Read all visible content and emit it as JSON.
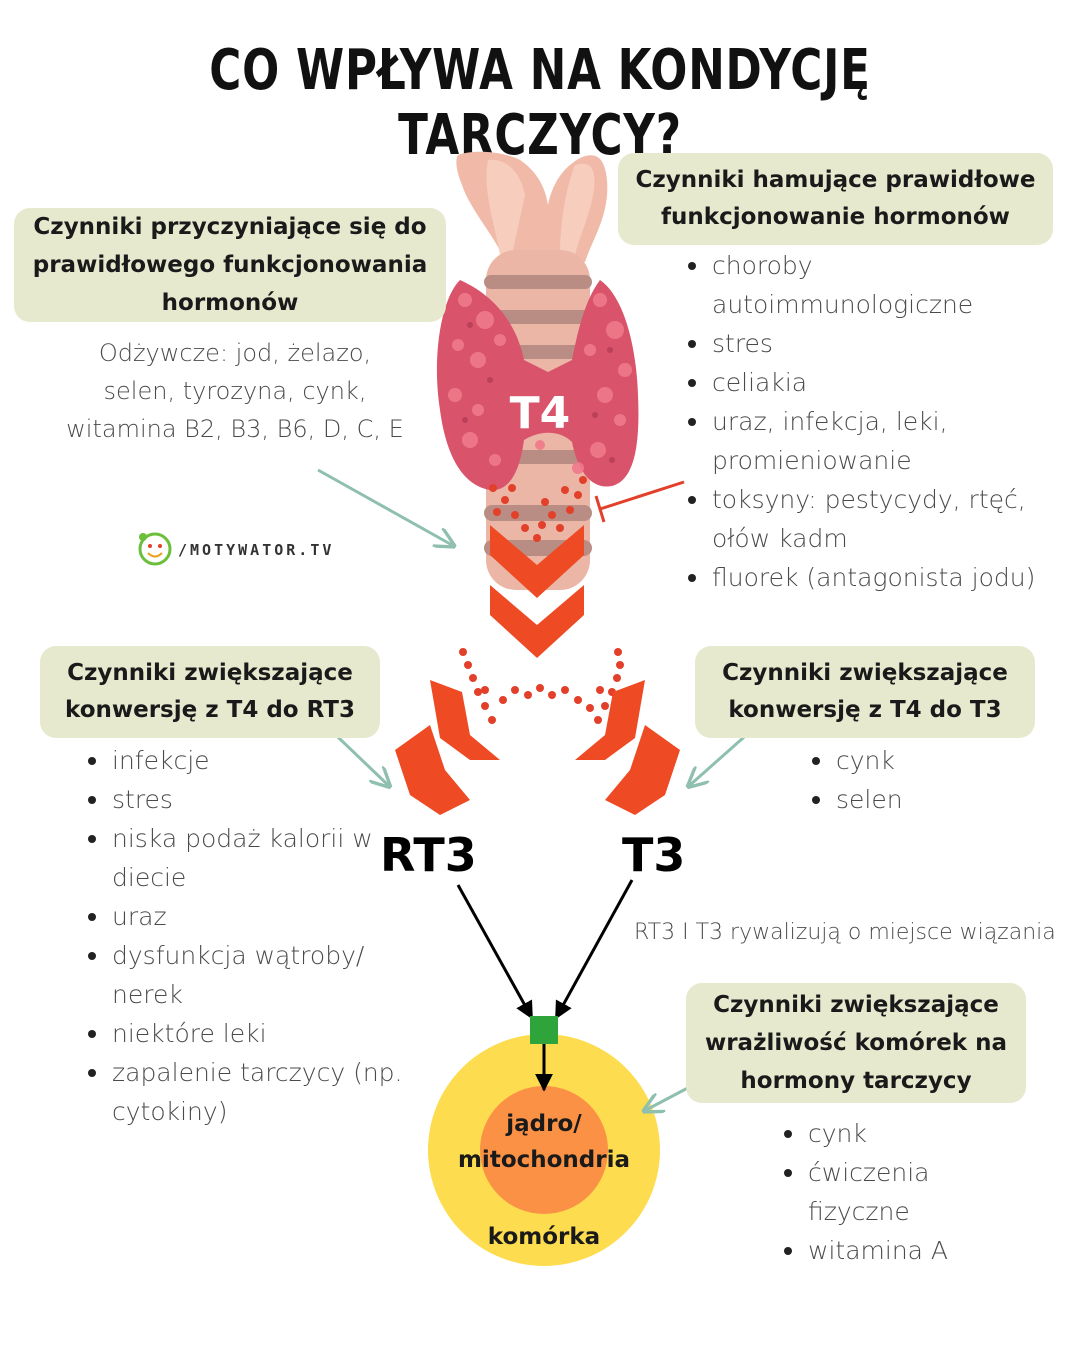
{
  "title": "CO WPŁYWA NA KONDYCJĘ TARCZYCY?",
  "logo": {
    "text": "/MOTYWATOR.TV",
    "icon": "smiley-logo-icon"
  },
  "gland_label": "T4",
  "boxes": {
    "positive": [
      "Czynniki przyczyniające się do",
      "prawidłowego funkcjonowania",
      "hormonów"
    ],
    "inhibiting": [
      "Czynniki hamujące prawidłowe",
      "funkcjonowanie hormonów"
    ],
    "rt3": [
      "Czynniki zwiększające",
      "konwersję z T4 do RT3"
    ],
    "t3": [
      "Czynniki zwiększające",
      "konwersję z T4 do T3"
    ],
    "sensitivity": [
      "Czynniki zwiększające",
      "wrażliwość komórek na",
      "hormony tarczycy"
    ]
  },
  "nutrients": [
    "Odżywcze: jod, żelazo,",
    "selen, tyrozyna, cynk,",
    "witamina B2, B3, B6, D,  C,  E"
  ],
  "inhibiting_list": [
    "choroby",
    "autoimmunologiczne",
    "stres",
    "celiakia",
    "uraz, infekcja, leki,",
    "promieniowanie",
    "toksyny: pestycydy, rtęć,",
    "ołów kadm",
    "fluorek (antagonista jodu)"
  ],
  "rt3_list": [
    "infekcje",
    "stres",
    "niska podaż kalorii w",
    "diecie",
    "uraz",
    "dysfunkcja wątroby/",
    "nerek",
    "niektóre leki",
    "zapalenie tarczycy (np.",
    "cytokiny)"
  ],
  "t3_list": [
    "cynk",
    "selen"
  ],
  "sensitivity_list": [
    "cynk",
    "ćwiczenia",
    "fizyczne",
    "witamina A"
  ],
  "labels": {
    "rt3": "RT3",
    "t3": "T3",
    "compete": "RT3 I T3 rywalizują o miejsce wiązania",
    "nucleus": [
      "jądro/",
      "mitochondria"
    ],
    "cell": "komórka"
  },
  "colors": {
    "box": "#e7e9cf",
    "chevron": "#ee4a24",
    "dots": "#e2402a",
    "arrow_teal": "#8fbfae",
    "inhibit": "#e2402a",
    "cell_outer": "#fddc4f",
    "cell_inner": "#fb9145",
    "receptor": "#2fa43a",
    "thyroid": "#d9536b",
    "trachea": "#ecb6a6"
  }
}
